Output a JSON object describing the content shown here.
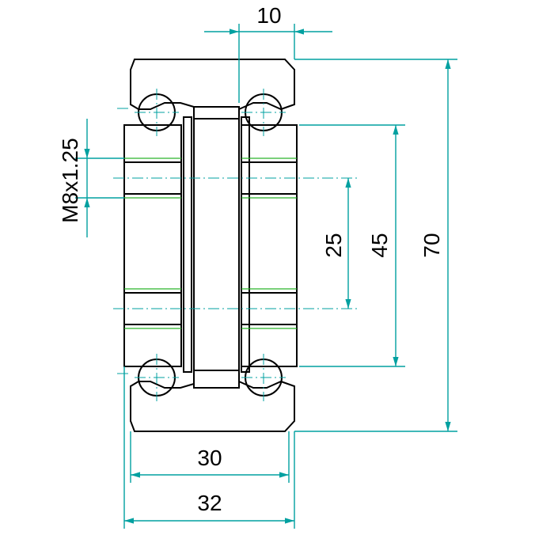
{
  "colors": {
    "outline": "#000000",
    "hatch": "#e8202a",
    "dimension": "#00a0a0",
    "thread_line": "#2bb32b",
    "background": "#ffffff"
  },
  "dimensions": {
    "top_width": "10",
    "overall_height": "70",
    "inner_height": "45",
    "hole_pitch": "25",
    "thread_spec": "M8x1.25",
    "rail_width": "30",
    "overall_width": "32"
  }
}
